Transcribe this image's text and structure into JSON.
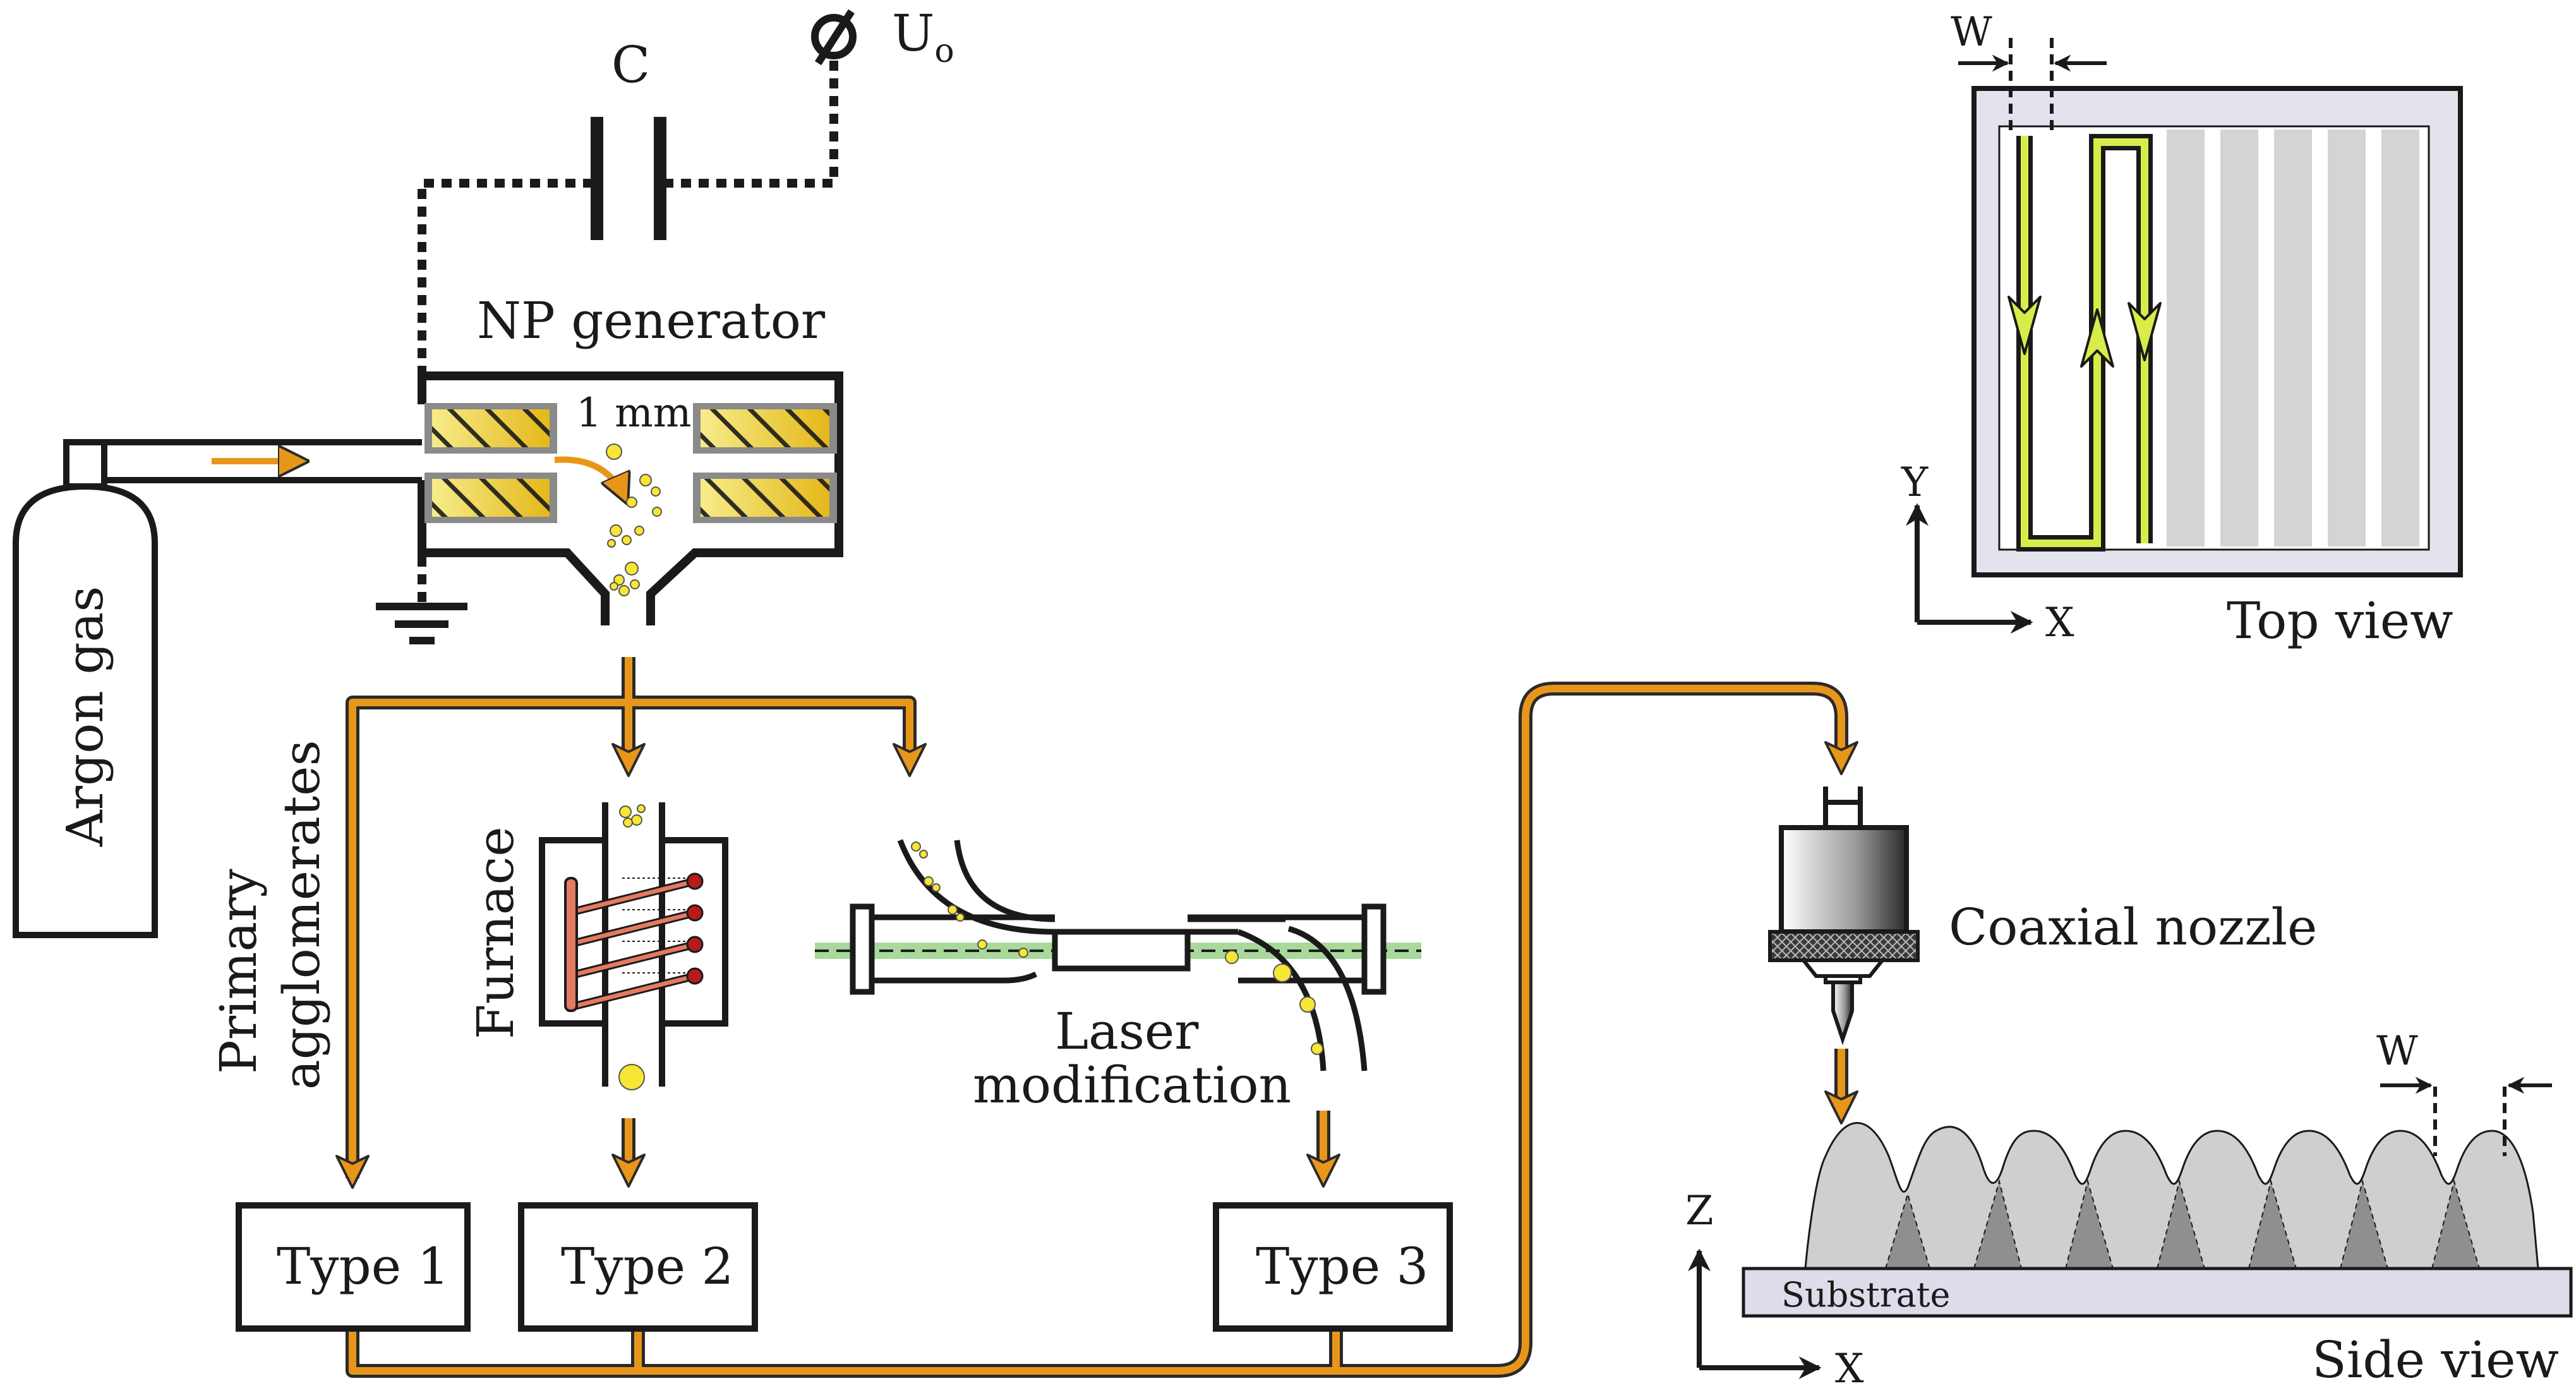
{
  "colors": {
    "flow": "#e8961a",
    "flow_outline": "#2a2a2a",
    "particle": "#f7e633",
    "coil": "#e37a62",
    "laser_beam": "#a8d89a",
    "dot": "#b51b1b",
    "panel_bg": "#e3e3ee",
    "stripe": "#d4d4d4",
    "path_fill": "#d8ec4a",
    "track": "#cfcfcf",
    "overlap": "#8f8f8f",
    "substrate": "#dcdcea"
  },
  "labels": {
    "capacitor": "C",
    "voltage_main": "U",
    "voltage_sub": "o",
    "generator": "NP generator",
    "gap": "1 mm",
    "argon": "Argon gas",
    "primary_line1": "Primary",
    "primary_line2": "agglomerates",
    "furnace": "Furnace",
    "laser_line1": "Laser",
    "laser_line2": "modification",
    "type1": "Type 1",
    "type2": "Type 2",
    "type3": "Type 3",
    "nozzle": "Coaxial nozzle",
    "top_view": "Top view",
    "side_view": "Side view",
    "substrate": "Substrate",
    "axis_x": "X",
    "axis_y": "Y",
    "axis_z": "Z",
    "width": "W"
  }
}
